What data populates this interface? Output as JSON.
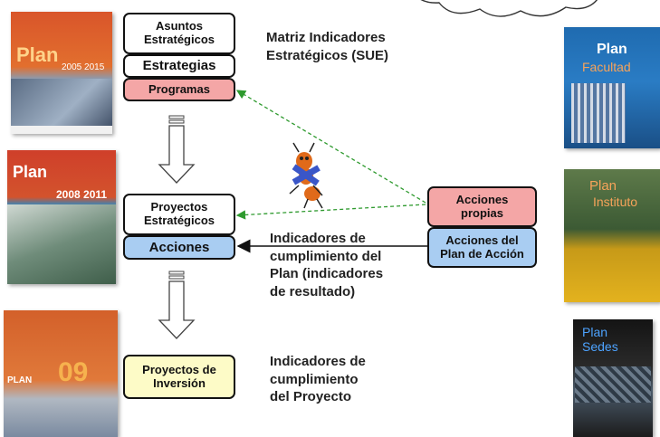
{
  "colors": {
    "pink": "#f4a6a6",
    "blue": "#a9cdf2",
    "yellow": "#fdfbc7",
    "dashed_arrow": "#2e9a2e"
  },
  "boxes": {
    "asuntos": "Asuntos\nEstratégicos",
    "estrategias": "Estrategias",
    "programas": "Programas",
    "proyectos_estrategicos": "Proyectos\nEstratégicos",
    "acciones": "Acciones",
    "proyectos_inversion": "Proyectos de\nInversión",
    "acciones_propias": "Acciones\npropias",
    "acciones_plan": "Acciones del\nPlan de Acción"
  },
  "labels": {
    "matriz": "Matriz Indicadores\nEstratégicos (SUE)",
    "ind_plan": "Indicadores de\ncumplimiento del\nPlan (indicadores\nde resultado)",
    "ind_proyecto": "Indicadores de\ncumplimiento\ndel Proyecto"
  },
  "covers": {
    "plan1_title": "Plan",
    "plan1_years": "2005  2015",
    "plan2_title": "Plan",
    "plan2_years": "2008  2011",
    "plan3_title": "PLAN",
    "plan3_num": "09",
    "facultad_title": "Plan",
    "facultad_sub": "Facultad",
    "instituto_title": "Plan",
    "instituto_sub": "Instituto",
    "sedes_title": "Plan",
    "sedes_sub": "Sedes"
  }
}
